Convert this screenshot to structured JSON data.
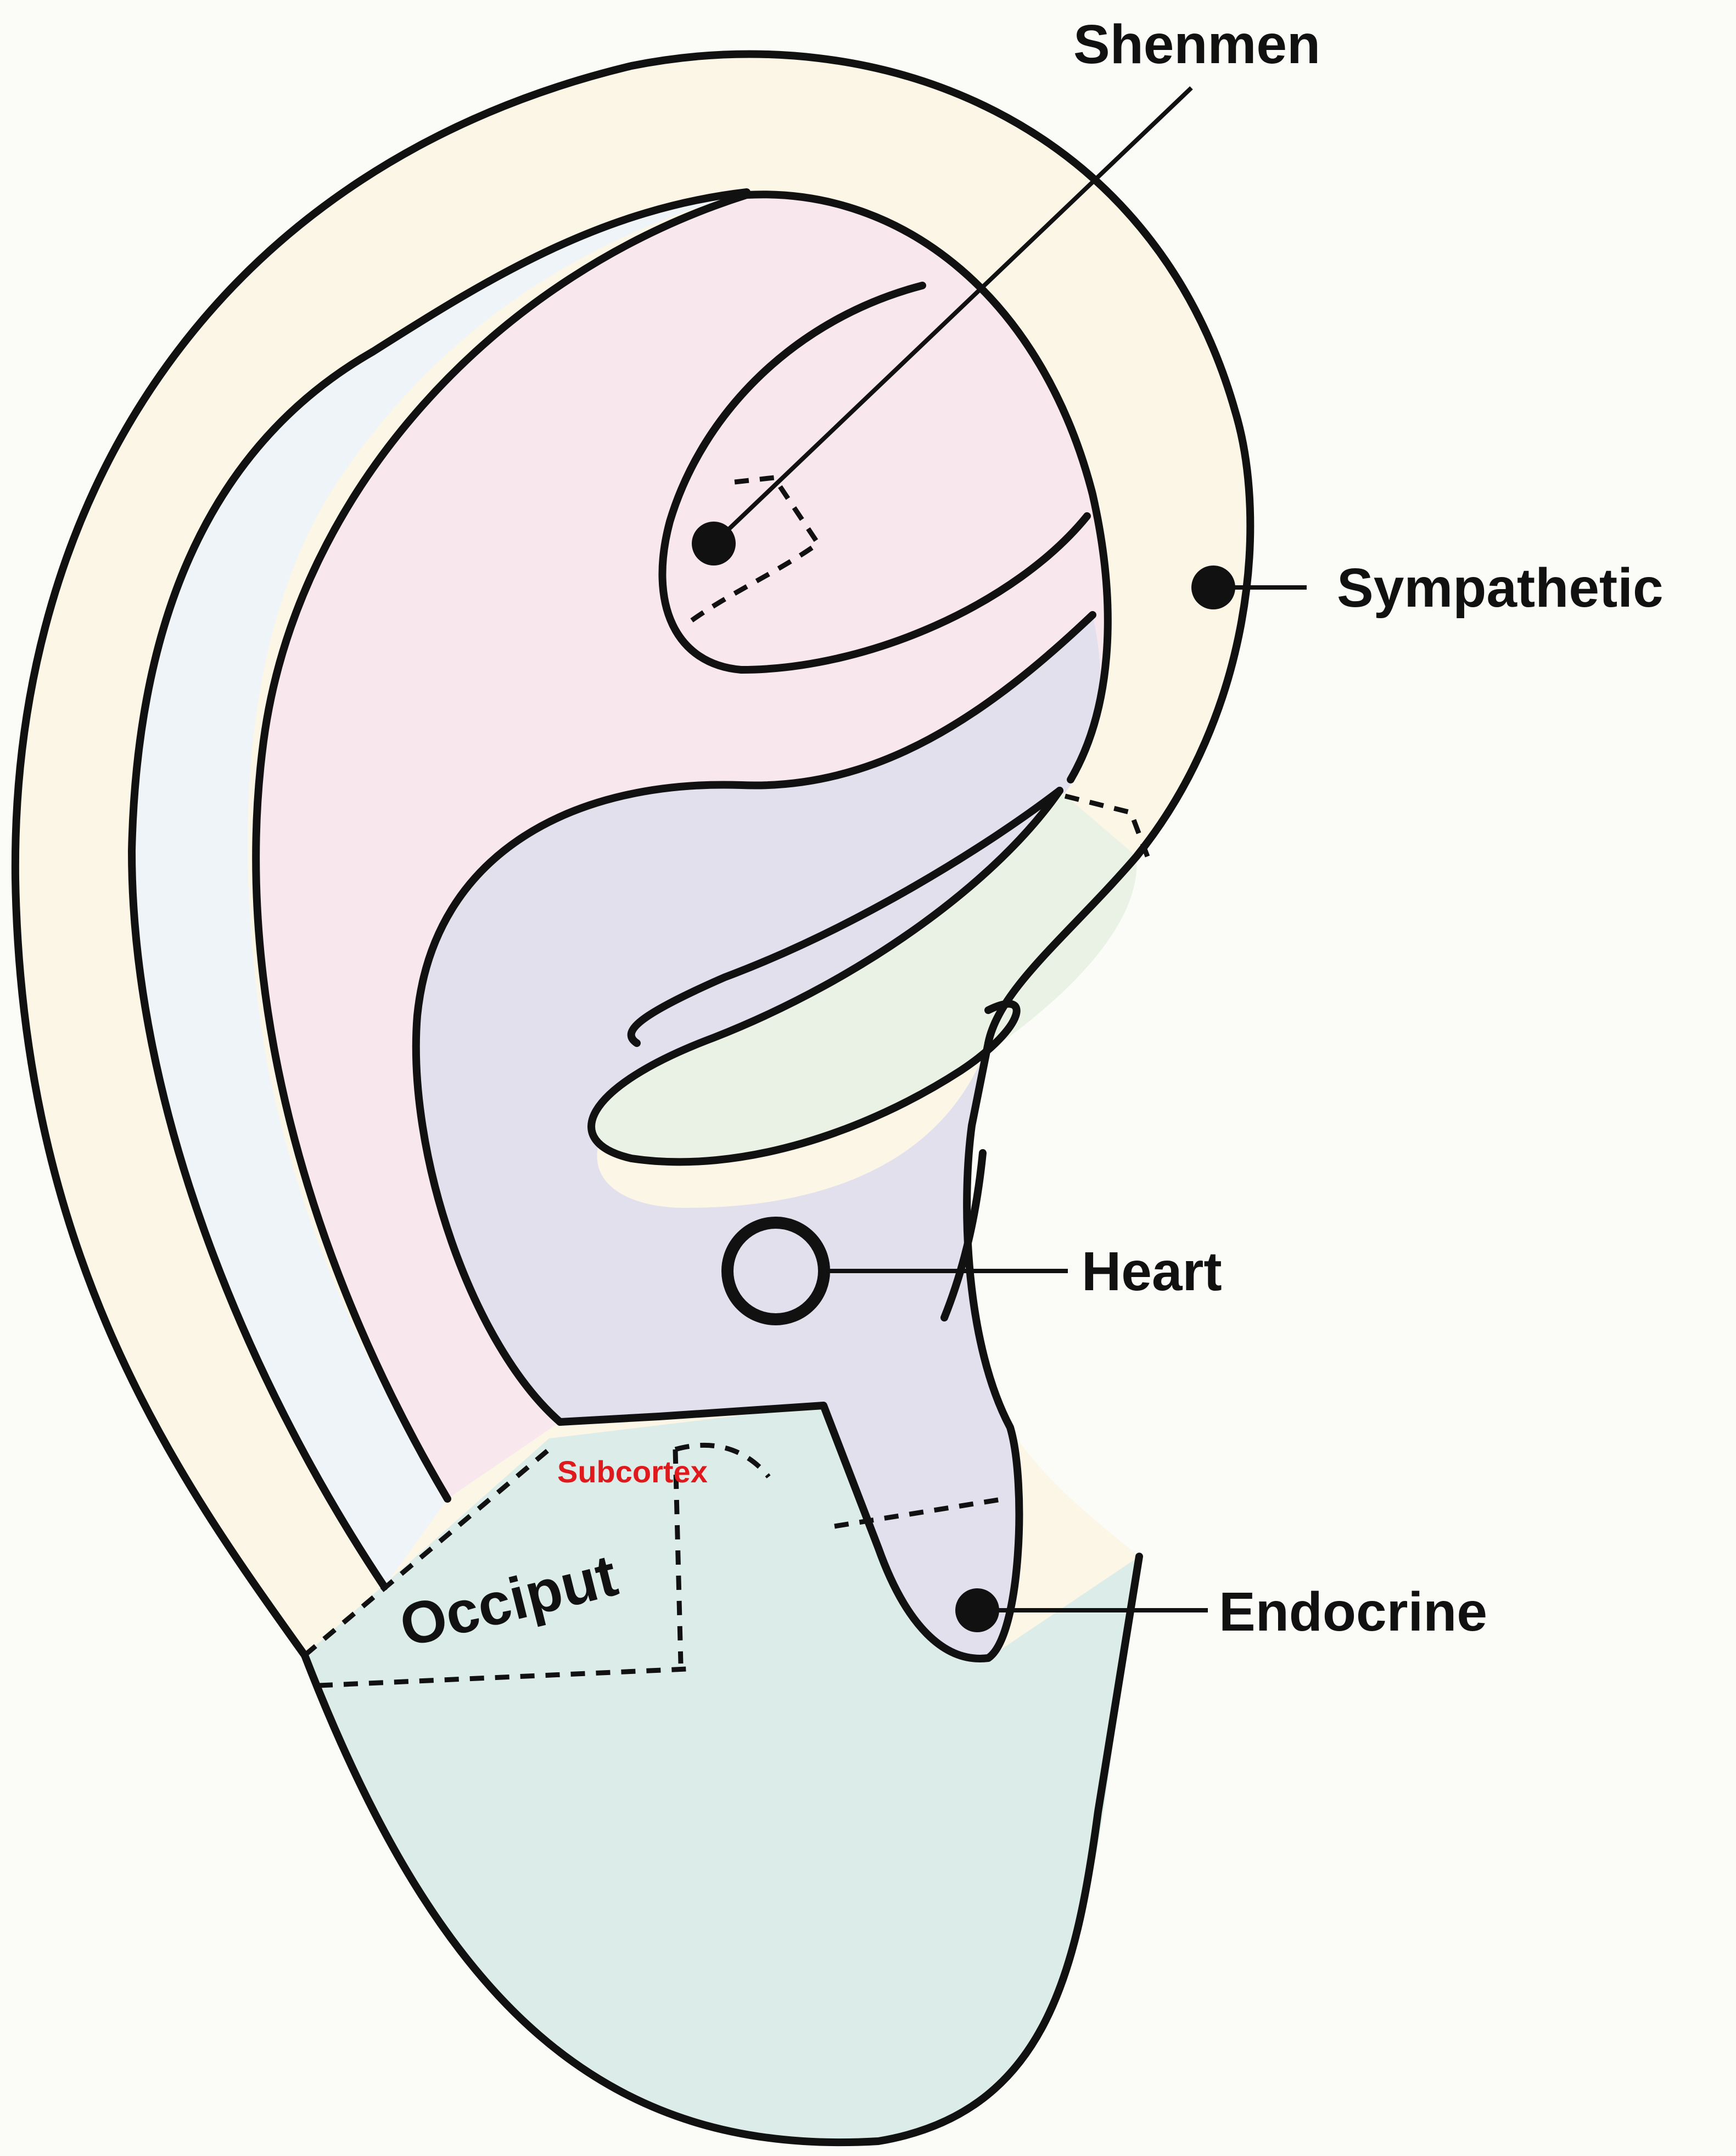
{
  "labels": {
    "shenmen": "Shenmen",
    "sympathetic": "Sympathetic",
    "heart": "Heart",
    "endocrine": "Endocrine",
    "subcortex": "Subcortex",
    "occiput": "Occiput"
  },
  "colors": {
    "background": "#fbfbf7",
    "helix": "#fbf6e6",
    "scapha": "#eef4f8",
    "fossa": "#f8e8ee",
    "concha": "#e3e0ee",
    "crus": "#eaf1e5",
    "lobule": "#dcece8",
    "outline": "#111111",
    "subcortex_text": "#e0191c"
  }
}
